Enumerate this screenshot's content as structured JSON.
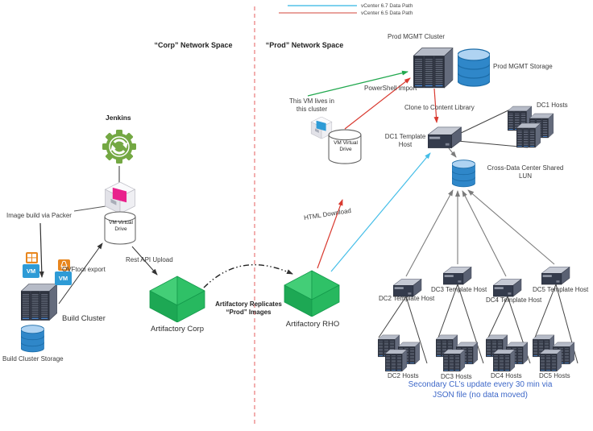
{
  "legend": {
    "items": [
      {
        "label": "vCenter 6.7 Data Path",
        "color": "#53c2e8"
      },
      {
        "label": "vCenter 6.5 Data Path",
        "color": "#e2837d"
      }
    ]
  },
  "zones": {
    "corp": "“Corp” Network Space",
    "prod": "“Prod” Network Space"
  },
  "corp": {
    "jenkins": "Jenkins",
    "image_build": "Image build via Packer",
    "vm_drive": "VM Virtual Drive",
    "ovftool": "OVFtool export",
    "rest_api": "Rest API Upload",
    "build_cluster": "Build Cluster",
    "build_storage": "Build Cluster Storage",
    "artifactory": "Artifactory Corp",
    "vm_badge": "VM"
  },
  "prod": {
    "replication": "Artifactory Replicates “Prod” Images",
    "artifactory": "Artifactory RHO",
    "html_download": "HTML Download",
    "vm_note": "This VM lives in this cluster",
    "vm_drive": "VM Virtual Drive",
    "powershell": "PowerShell Import",
    "mgmt_cluster": "Prod MGMT Cluster",
    "mgmt_storage": "Prod MGMT Storage",
    "clone": "Clone to Content Library",
    "dc1_template": "DC1 Template Host",
    "dc1_hosts": "DC1 Hosts",
    "lun": "Cross-Data Center Shared LUN",
    "template_hosts": [
      {
        "label": "DC2 Template Host"
      },
      {
        "label": "DC3 Template Host"
      },
      {
        "label": "DC4 Template Host"
      },
      {
        "label": "DC5 Template Host"
      }
    ],
    "host_clusters": [
      {
        "label": "DC2 Hosts"
      },
      {
        "label": "DC3 Hosts"
      },
      {
        "label": "DC4 Hosts"
      },
      {
        "label": "DC5 Hosts"
      }
    ],
    "secondary_note": "Secondary CL’s update every 30 min via JSON file (no data moved)"
  },
  "colors": {
    "path_67": "#45bee8",
    "path_65": "#d93a30",
    "powershell_green": "#21a84e",
    "separator_pink": "#f2aeae",
    "artifactory_green": "#27b85f",
    "storage_blue": "#2f87c9",
    "note_blue": "#3e68c8",
    "jenkins_green": "#74a843"
  }
}
